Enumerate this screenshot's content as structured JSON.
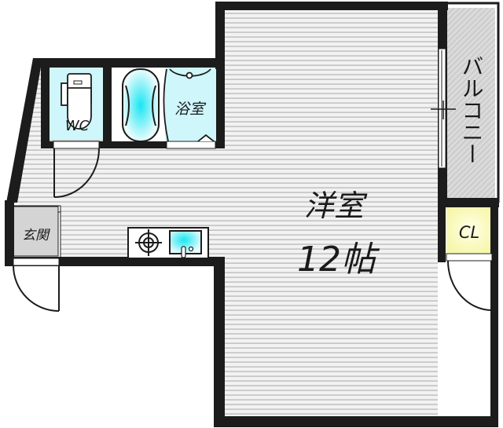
{
  "floorplan": {
    "rooms": {
      "western_room": {
        "name": "洋室",
        "size": "12帖"
      },
      "bathroom": {
        "name": "浴室"
      },
      "toilet": {
        "name": "WC"
      },
      "entrance": {
        "name": "玄関"
      },
      "balcony": {
        "name": "バルコニー"
      },
      "closet": {
        "name": "CL"
      }
    },
    "colors": {
      "wall": "#1c1c1c",
      "floor": "#f2f2f2",
      "floor_stripe": "#b8b8b8",
      "wet_area": "#cff6fa",
      "bath_water": "#22e6f2",
      "entrance_floor": "#d4d4d4",
      "balcony_floor": "#d8d8d8",
      "closet_floor": "#fbfbbf"
    }
  }
}
